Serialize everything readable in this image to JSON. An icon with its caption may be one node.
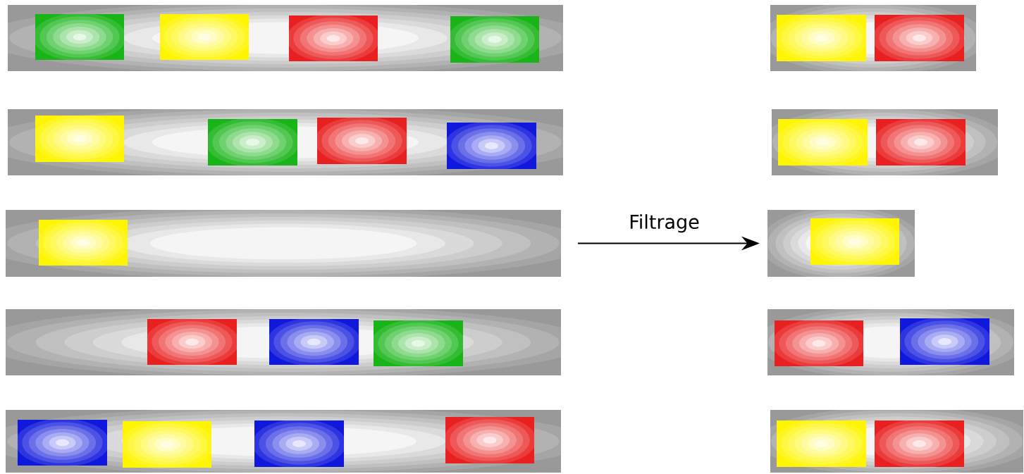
{
  "diagram": {
    "nodes": [
      {
        "text": [],
        "shape": "bar"
      },
      {
        "text": [],
        "shape": "box",
        "in": 0
      },
      {
        "text": [],
        "shape": "box",
        "in": 0
      },
      {
        "text": [],
        "shape": "box",
        "in": 0
      },
      {
        "text": [],
        "shape": "box",
        "in": 0
      },
      {
        "text": [],
        "shape": "bar"
      },
      {
        "text": [],
        "shape": "box",
        "in": 5
      },
      {
        "text": [],
        "shape": "box",
        "in": 5
      },
      {
        "text": [],
        "shape": "box",
        "in": 5
      },
      {
        "text": [],
        "shape": "box",
        "in": 5
      },
      {
        "text": [],
        "shape": "bar"
      },
      {
        "text": [],
        "shape": "box",
        "in": 10
      },
      {
        "text": [],
        "shape": "bar"
      },
      {
        "text": [],
        "shape": "box",
        "in": 12
      },
      {
        "text": [],
        "shape": "box",
        "in": 12
      },
      {
        "text": [],
        "shape": "box",
        "in": 12
      },
      {
        "text": [],
        "shape": "bar"
      },
      {
        "text": [],
        "shape": "box",
        "in": 16
      },
      {
        "text": [],
        "shape": "box",
        "in": 16
      },
      {
        "text": [],
        "shape": "box",
        "in": 16
      },
      {
        "text": [],
        "shape": "box",
        "in": 16
      },
      {
        "text": [],
        "shape": "bar"
      },
      {
        "text": [],
        "shape": "box",
        "in": 21
      },
      {
        "text": [],
        "shape": "box",
        "in": 21
      },
      {
        "text": [],
        "shape": "bar"
      },
      {
        "text": [],
        "shape": "box",
        "in": 24
      },
      {
        "text": [],
        "shape": "box",
        "in": 24
      },
      {
        "text": [],
        "shape": "bar"
      },
      {
        "text": [],
        "shape": "box",
        "in": 27
      },
      {
        "text": [],
        "shape": "bar"
      },
      {
        "text": [],
        "shape": "box",
        "in": 29
      },
      {
        "text": [],
        "shape": "box",
        "in": 29
      },
      {
        "text": [],
        "shape": "bar"
      },
      {
        "text": [],
        "shape": "box",
        "in": 32
      },
      {
        "text": [],
        "shape": "box",
        "in": 32
      }
    ],
    "edges": [
      {
        "from": 10,
        "to": 27,
        "arrow": "to",
        "label": "Filtrage"
      }
    ]
  }
}
